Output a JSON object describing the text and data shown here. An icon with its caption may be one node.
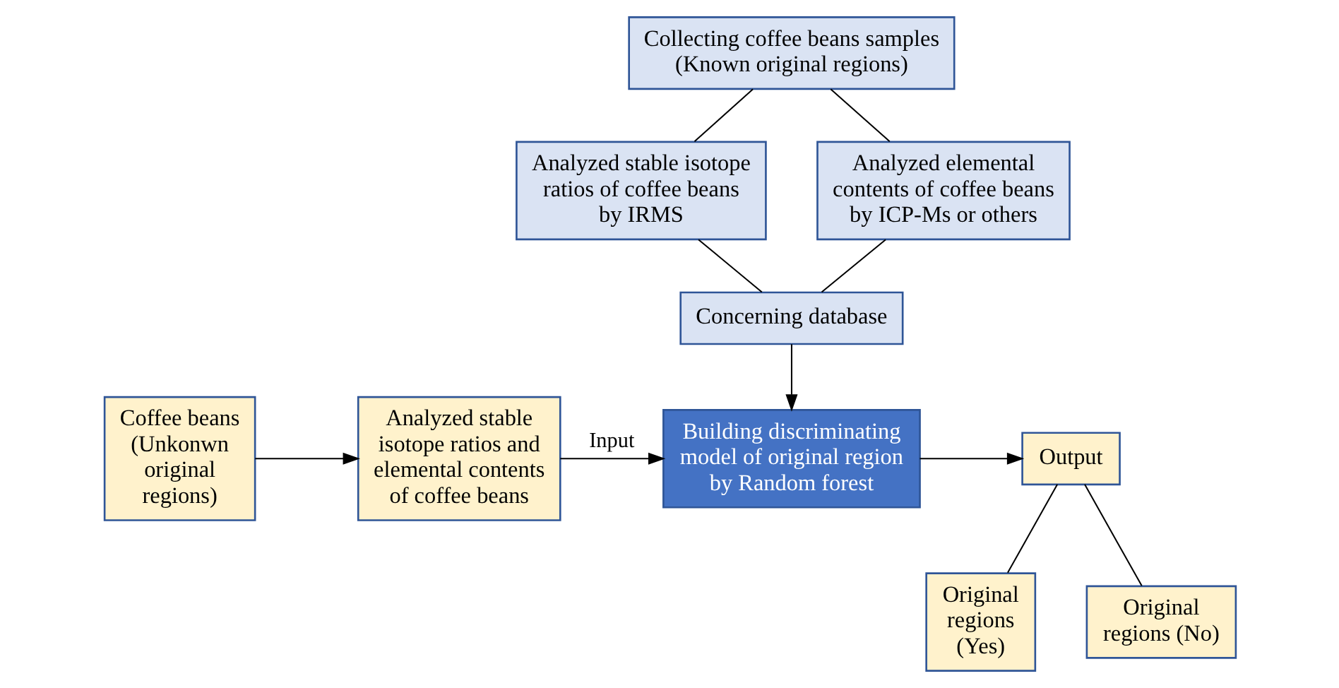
{
  "diagram": {
    "nodes": [
      {
        "text": [
          "Collecting coffee beans samples (Known original regions)"
        ]
      },
      {
        "text": [
          "Analyzed stable isotope ratios of coffee beans by IRMS"
        ]
      },
      {
        "text": [
          "Analyzed elemental contents of coffee beans by ICP-Ms or others"
        ]
      },
      {
        "text": [
          "Concerning database"
        ]
      },
      {
        "text": [
          "Coffee beans (Unkonwn original regions)"
        ]
      },
      {
        "text": [
          "Analyzed stable isotope ratios and elemental contents of coffee beans"
        ]
      },
      {
        "text": [
          "Building discriminating model of original region by Random forest"
        ]
      },
      {
        "text": [
          "Output"
        ]
      },
      {
        "text": [
          "Original regions (Yes)"
        ]
      },
      {
        "text": [
          "Original regions (No)"
        ]
      }
    ],
    "edges": [
      {
        "from": 0,
        "to": 1,
        "arrow": "none"
      },
      {
        "from": 0,
        "to": 2,
        "arrow": "none"
      },
      {
        "from": 1,
        "to": 3,
        "arrow": "none"
      },
      {
        "from": 2,
        "to": 3,
        "arrow": "none"
      },
      {
        "from": 3,
        "to": 6,
        "arrow": "to"
      },
      {
        "from": 4,
        "to": 5,
        "arrow": "to"
      },
      {
        "from": 5,
        "to": 6,
        "arrow": "to",
        "label": "Input"
      },
      {
        "from": 6,
        "to": 7,
        "arrow": "to"
      },
      {
        "from": 7,
        "to": 8,
        "arrow": "none"
      },
      {
        "from": 7,
        "to": 9,
        "arrow": "none"
      }
    ]
  }
}
